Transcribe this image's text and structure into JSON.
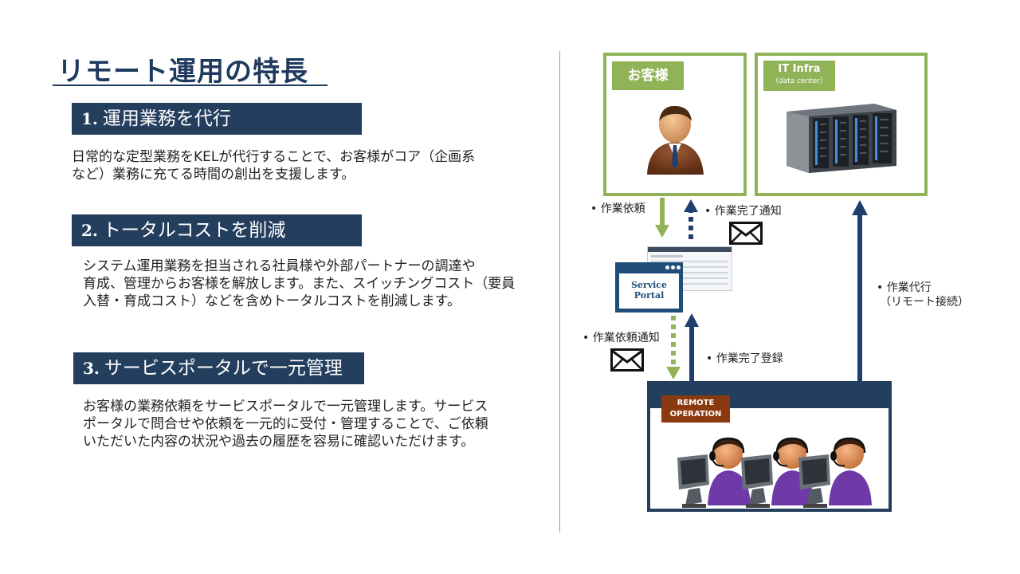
{
  "title": "リモート運用の特長",
  "sections": [
    {
      "num": "1.",
      "heading": "運用業務を代行",
      "lines": [
        "日常的な定型業務をKELが代行することで、お客様がコア（企画系",
        "など）業務に充てる時間の創出を支援します。"
      ]
    },
    {
      "num": "2.",
      "heading": "トータルコストを削減",
      "lines": [
        "システム運用業務を担当される社員様や外部パートナーの調達や",
        "育成、管理からお客様を解放します。また、スイッチングコスト（要員",
        "入替・育成コスト）などを含めトータルコストを削減します。"
      ]
    },
    {
      "num": "3.",
      "heading": "サービスポータルで一元管理",
      "lines": [
        "お客様の業務依頼をサービスポータルで一元管理します。サービス",
        "ポータルで問合せや依頼を一元的に受付・管理することで、ご依頼",
        "いただいた内容の状況や過去の履歴を容易に確認いただけます。"
      ]
    }
  ],
  "diagram": {
    "customer_label": "お客様",
    "infra_label": "IT Infra",
    "infra_sub": "（data center）",
    "portal_line1": "Service",
    "portal_line2": "Portal",
    "remote_line1": "REMOTE",
    "remote_line2": "OPERATION",
    "flow_request": "• 作業依頼",
    "flow_complete_notice": "• 作業完了通知",
    "flow_request_notice": "• 作業依頼通知",
    "flow_complete_register": "• 作業完了登録",
    "flow_proxy_1": "• 作業代行",
    "flow_proxy_2": "（リモート接続）"
  },
  "colors": {
    "navy": "#243e5e",
    "green": "#8fb356",
    "portal_blue": "#1f4e79",
    "arrow_navy": "#1f3f6e",
    "remote_tag": "#8b3a0f"
  }
}
